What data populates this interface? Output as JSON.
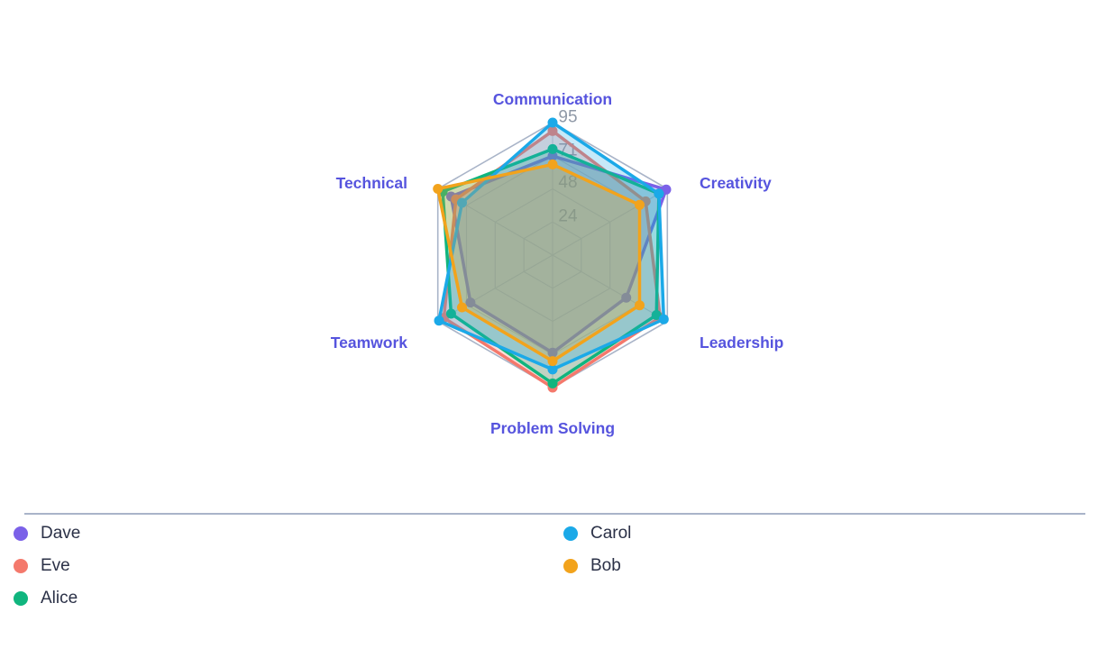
{
  "chart_data": {
    "type": "radar",
    "title": "",
    "categories": [
      "Communication",
      "Creativity",
      "Leadership",
      "Problem Solving",
      "Teamwork",
      "Technical"
    ],
    "axis_max": 95,
    "axis_min": 0,
    "levels": 4,
    "tick_labels": [
      95,
      71,
      48,
      24
    ],
    "grid_on": true,
    "legend_position": "bottom",
    "series": [
      {
        "name": "Dave",
        "color": "#7B61E8",
        "values": [
          71,
          94,
          61,
          70,
          68,
          84
        ]
      },
      {
        "name": "Eve",
        "color": "#F4796C",
        "values": [
          89,
          77,
          89,
          95,
          90,
          80
        ]
      },
      {
        "name": "Alice",
        "color": "#10B57E",
        "values": [
          76,
          88,
          86,
          92,
          84,
          91
        ]
      },
      {
        "name": "Carol",
        "color": "#1BA9E8",
        "values": [
          95,
          88,
          92,
          82,
          94,
          75
        ]
      },
      {
        "name": "Bob",
        "color": "#F2A31C",
        "values": [
          65,
          72,
          72,
          76,
          75,
          95
        ]
      }
    ],
    "legend_columns": [
      [
        "Dave",
        "Eve",
        "Alice"
      ],
      [
        "Carol",
        "Bob"
      ]
    ]
  }
}
